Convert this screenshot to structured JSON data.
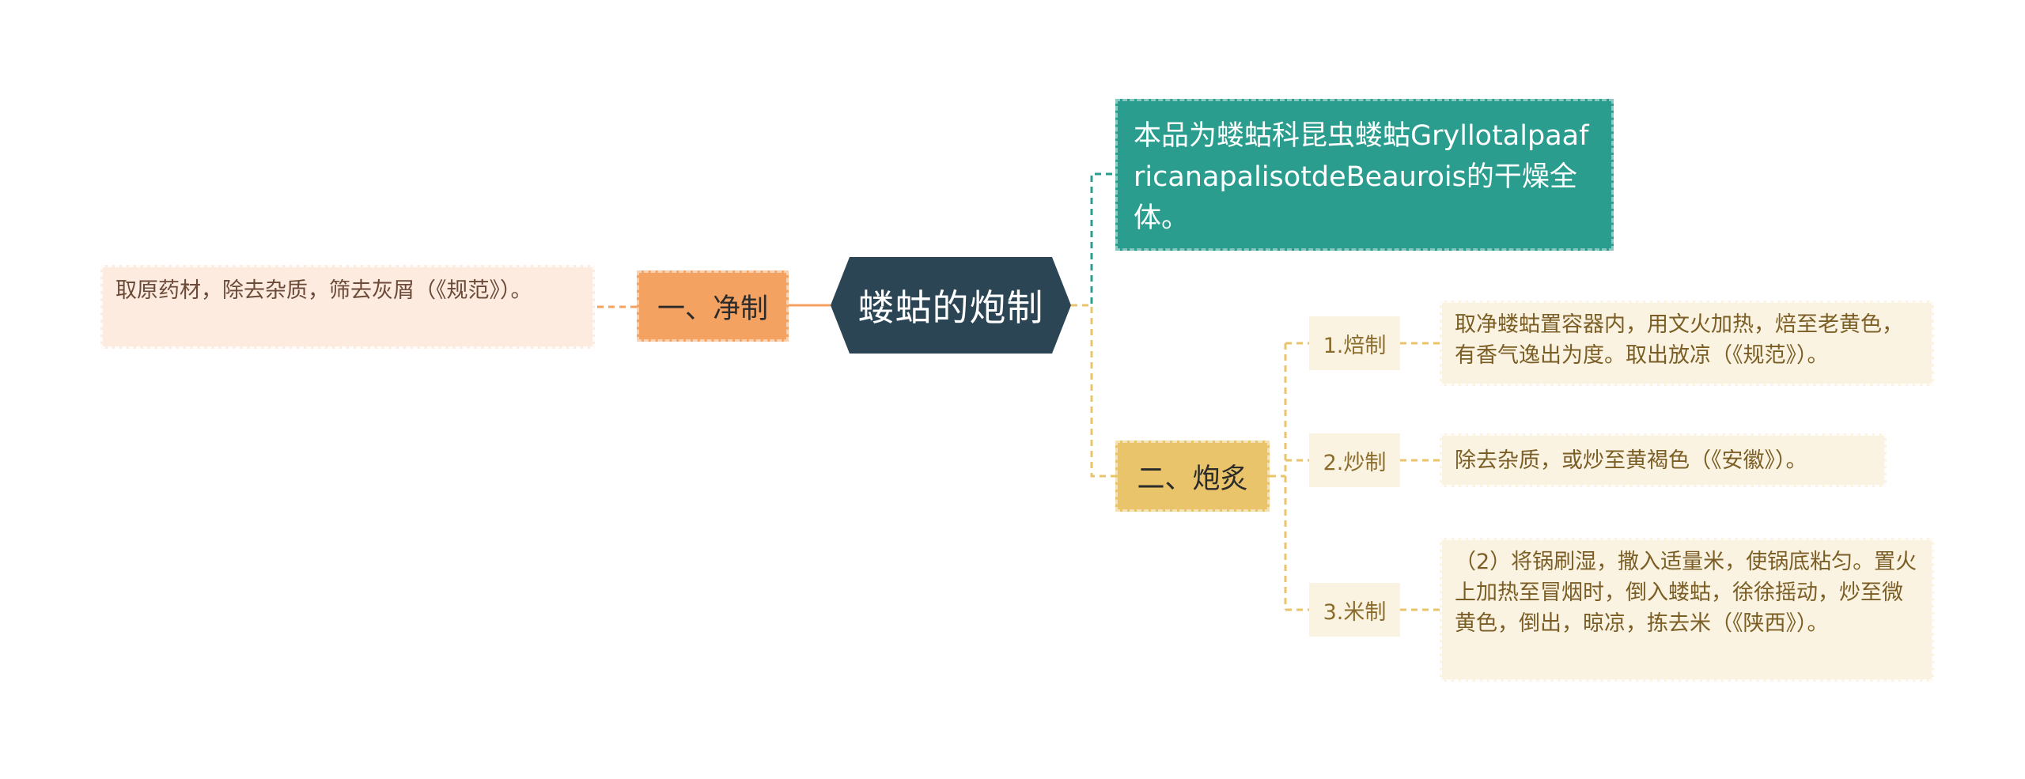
{
  "root": {
    "label": "蝼蛄的炮制"
  },
  "description": {
    "text": "本品为蝼蛄科昆虫蝼蛄GryllotalpaafricanapalisotdeBeaurois的干燥全体。"
  },
  "branch_left": {
    "label": "一、净制",
    "leaf": "取原药材，除去杂质，筛去灰屑（《规范》）。"
  },
  "branch_right": {
    "label": "二、炮炙",
    "children": [
      {
        "label": "1.焙制",
        "leaf": "取净蝼蛄置容器内，用文火加热，焙至老黄色，有香气逸出为度。取出放凉（《规范》）。"
      },
      {
        "label": "2.炒制",
        "leaf": "除去杂质，或炒至黄褐色（《安徽》）。"
      },
      {
        "label": "3.米制",
        "leaf": "（2）将锅刷湿，撒入适量米，使锅底粘匀。置火上加热至冒烟时，倒入蝼蛄，徐徐摇动，炒至微黄色，倒出，晾凉，拣去米（《陕西》）。"
      }
    ]
  },
  "colors": {
    "root": "#2b4555",
    "description": "#2a9d8f",
    "branch_left": "#f4a261",
    "branch_right": "#e9c46a",
    "leaf_left_bg": "#fdebe0",
    "leaf_right_bg": "#fbf3e2"
  }
}
